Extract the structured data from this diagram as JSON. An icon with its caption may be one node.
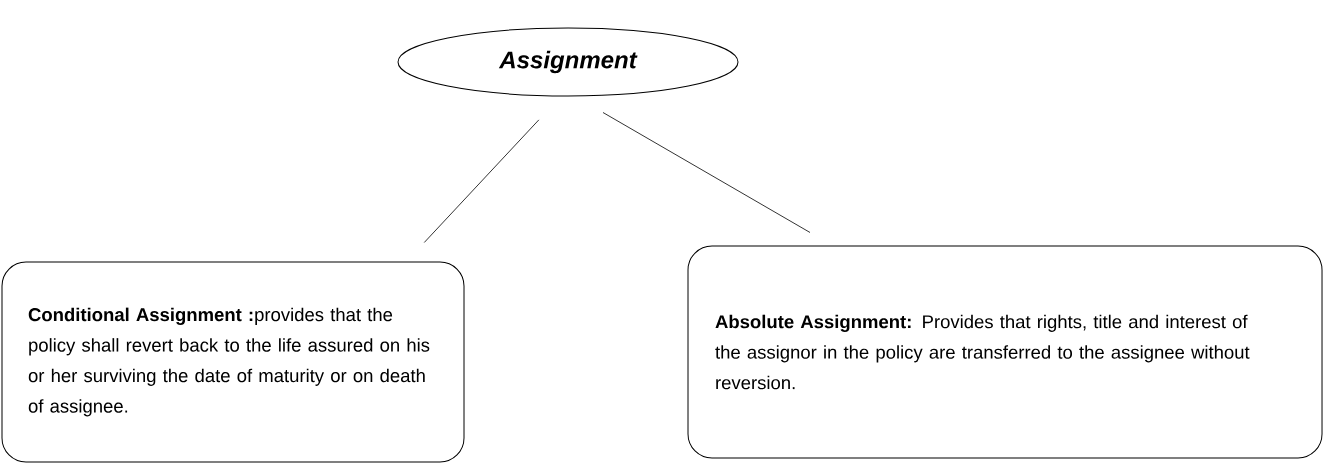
{
  "diagram": {
    "nodes": [
      {
        "text": [
          "Assignment"
        ]
      },
      {
        "text": [
          "**Conditional Assignment :**provides that the policy shall revert back to the life assured on his or her surviving the date of maturity or on death of assignee."
        ]
      },
      {
        "text": [
          "**Absolute Assignment:**  Provides that rights, title and interest of the assignor in the policy are transferred to the assignee without reversion."
        ]
      }
    ],
    "edges": [
      {
        "from": 0,
        "to": 1,
        "arrow": "none"
      },
      {
        "from": 0,
        "to": 2,
        "arrow": "none"
      }
    ]
  }
}
